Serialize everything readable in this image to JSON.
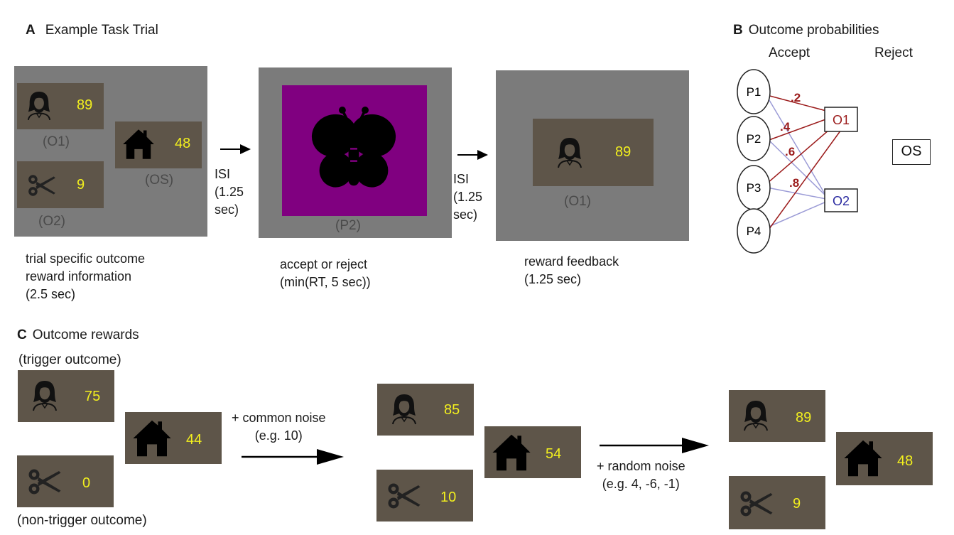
{
  "panel_a": {
    "letter": "A",
    "title": "Example Task Trial",
    "screen1": {
      "o1": {
        "icon": "woman-icon",
        "value": "89",
        "label": "(O1)"
      },
      "os": {
        "icon": "house-icon",
        "value": "48",
        "label": "(OS)"
      },
      "o2": {
        "icon": "scissors-icon",
        "value": "9",
        "label": "(O2)"
      },
      "caption": "trial specific outcome\nreward information\n(2.5 sec)"
    },
    "isi1": "ISI\n(1.25\nsec)",
    "screen2": {
      "icon": "butterfly-icon",
      "label": "(P2)",
      "caption": "accept or reject\n(min(RT, 5 sec))"
    },
    "isi2": "ISI\n(1.25\nsec)",
    "screen3": {
      "o1": {
        "icon": "woman-icon",
        "value": "89",
        "label": "(O1)"
      },
      "caption": "reward feedback\n(1.25 sec)"
    }
  },
  "panel_b": {
    "letter": "B",
    "title": "Outcome probabilities",
    "accept_label": "Accept",
    "reject_label": "Reject",
    "stimuli": [
      "P1",
      "P2",
      "P3",
      "P4"
    ],
    "outcomes": [
      "O1",
      "O2"
    ],
    "os_label": "OS",
    "probabilities": [
      ".2",
      ".4",
      ".6",
      ".8"
    ],
    "colors": {
      "o1": "#9b1b1b",
      "o2": "#2a2aa0",
      "o2_line": "#9b9bd6"
    }
  },
  "panel_c": {
    "letter": "C",
    "title": "Outcome rewards",
    "trigger_label": "(trigger outcome)",
    "nontrigger_label": "(non-trigger outcome)",
    "stage1": {
      "woman": "75",
      "house": "44",
      "scissors": "0"
    },
    "common_noise": "+ common noise\n(e.g. 10)",
    "stage2": {
      "woman": "85",
      "house": "54",
      "scissors": "10"
    },
    "random_noise": "+ random noise\n(e.g. 4, -6, -1)",
    "stage3": {
      "woman": "89",
      "house": "48",
      "scissors": "9"
    }
  },
  "colors": {
    "screen": "#7b7b7b",
    "card": "#5e5549",
    "number": "#f2ef1e",
    "purple": "#800080"
  }
}
